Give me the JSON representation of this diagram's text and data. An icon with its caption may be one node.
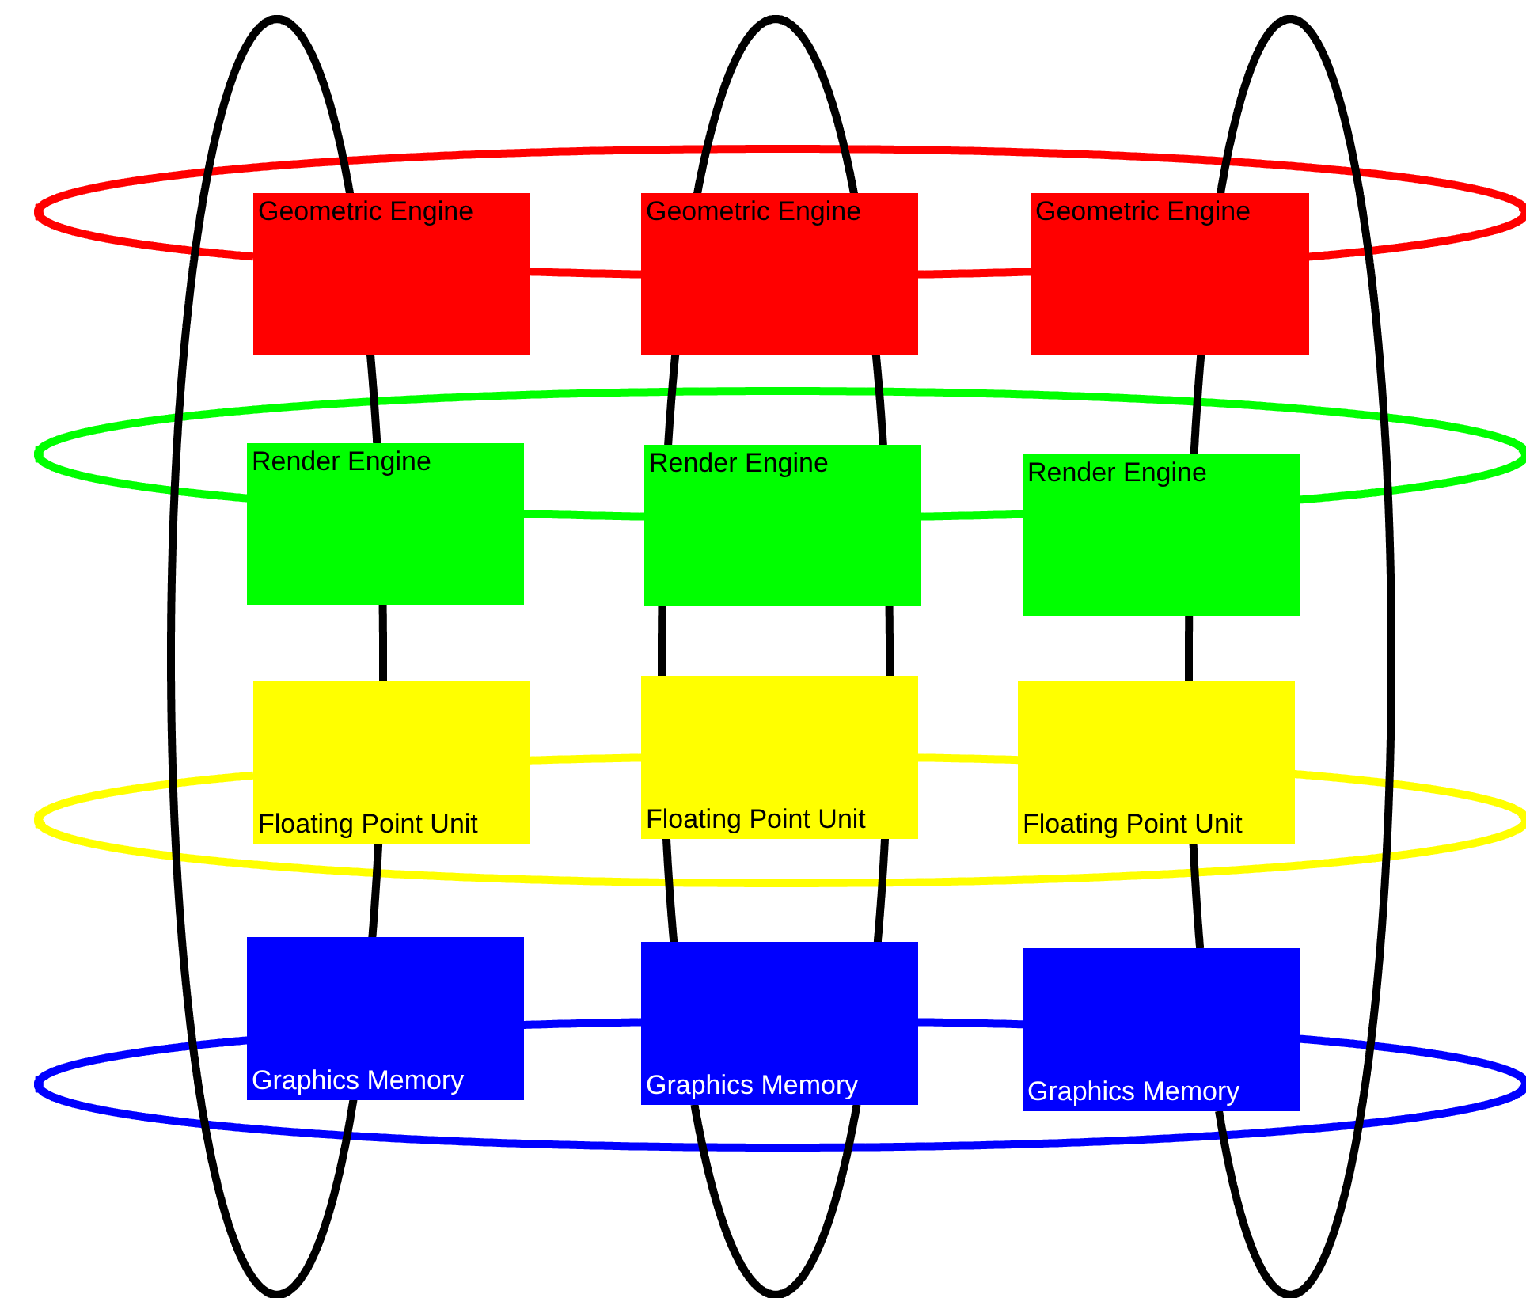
{
  "diagram": {
    "nodes": [
      {
        "text": [
          "Geometric Engine"
        ]
      },
      {
        "text": [
          "Geometric Engine"
        ]
      },
      {
        "text": [
          "Geometric Engine"
        ]
      },
      {
        "text": [
          "Render Engine"
        ]
      },
      {
        "text": [
          "Render Engine"
        ]
      },
      {
        "text": [
          "Render Engine"
        ]
      },
      {
        "text": [
          "Floating Point Unit"
        ]
      },
      {
        "text": [
          "Floating Point Unit"
        ]
      },
      {
        "text": [
          "Floating Point Unit"
        ]
      },
      {
        "text": [
          "Graphics Memory"
        ]
      },
      {
        "text": [
          "Graphics Memory"
        ]
      },
      {
        "text": [
          "Graphics Memory"
        ]
      }
    ],
    "edges": [
      {
        "from": 0,
        "to": 1,
        "arrow": "none",
        "color": "#ff0000"
      },
      {
        "from": 1,
        "to": 2,
        "arrow": "none",
        "color": "#ff0000"
      },
      {
        "from": 2,
        "to": 0,
        "arrow": "none",
        "color": "#ff0000"
      },
      {
        "from": 3,
        "to": 4,
        "arrow": "none",
        "color": "#00ff00"
      },
      {
        "from": 4,
        "to": 5,
        "arrow": "none",
        "color": "#00ff00"
      },
      {
        "from": 5,
        "to": 3,
        "arrow": "none",
        "color": "#00ff00"
      },
      {
        "from": 6,
        "to": 7,
        "arrow": "none",
        "color": "#ffff00"
      },
      {
        "from": 7,
        "to": 8,
        "arrow": "none",
        "color": "#ffff00"
      },
      {
        "from": 8,
        "to": 6,
        "arrow": "none",
        "color": "#ffff00"
      },
      {
        "from": 9,
        "to": 10,
        "arrow": "none",
        "color": "#0000ff"
      },
      {
        "from": 10,
        "to": 11,
        "arrow": "none",
        "color": "#0000ff"
      },
      {
        "from": 11,
        "to": 9,
        "arrow": "none",
        "color": "#0000ff"
      },
      {
        "from": 0,
        "to": 3,
        "arrow": "none",
        "color": "#000000"
      },
      {
        "from": 3,
        "to": 6,
        "arrow": "none",
        "color": "#000000"
      },
      {
        "from": 6,
        "to": 9,
        "arrow": "none",
        "color": "#000000"
      },
      {
        "from": 9,
        "to": 0,
        "arrow": "none",
        "color": "#000000"
      },
      {
        "from": 1,
        "to": 4,
        "arrow": "none",
        "color": "#000000"
      },
      {
        "from": 4,
        "to": 7,
        "arrow": "none",
        "color": "#000000"
      },
      {
        "from": 7,
        "to": 10,
        "arrow": "none",
        "color": "#000000"
      },
      {
        "from": 1,
        "to": 4,
        "arrow": "none",
        "color": "#000000"
      },
      {
        "from": 4,
        "to": 7,
        "arrow": "none",
        "color": "#000000"
      },
      {
        "from": 7,
        "to": 10,
        "arrow": "none",
        "color": "#000000"
      },
      {
        "from": 1,
        "to": 1,
        "arrow": "none",
        "color": "#000000"
      },
      {
        "from": 10,
        "to": 10,
        "arrow": "none",
        "color": "#000000"
      },
      {
        "from": 2,
        "to": 5,
        "arrow": "none",
        "color": "#000000"
      },
      {
        "from": 5,
        "to": 8,
        "arrow": "none",
        "color": "#000000"
      },
      {
        "from": 8,
        "to": 11,
        "arrow": "none",
        "color": "#000000"
      },
      {
        "from": 11,
        "to": 2,
        "arrow": "none",
        "color": "#000000"
      }
    ]
  }
}
